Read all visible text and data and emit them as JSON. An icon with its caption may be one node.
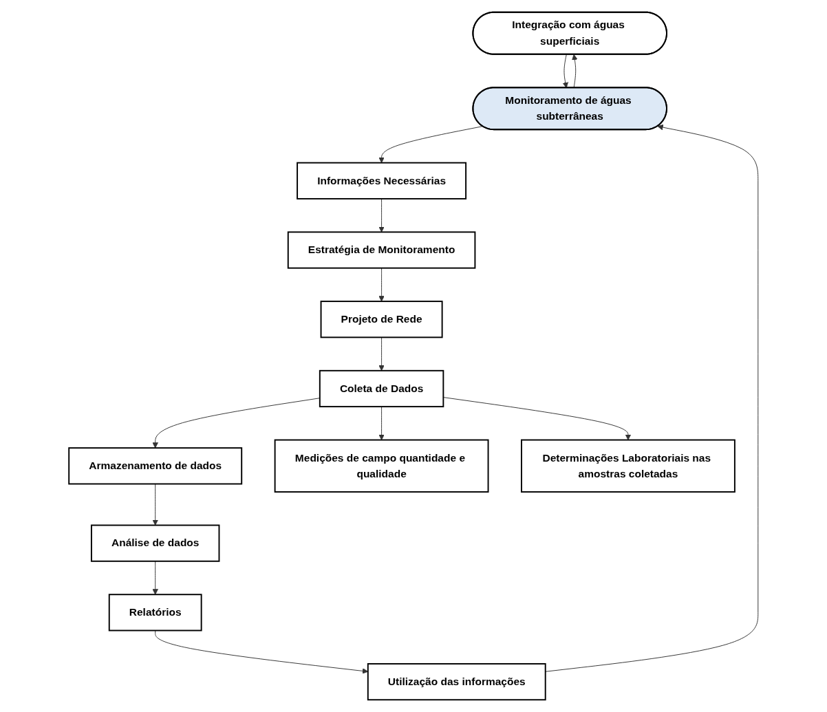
{
  "diagram": {
    "nodes": [
      {
        "text": [
          "Integração com águas superficiais"
        ]
      },
      {
        "text": [
          "Monitoramento de águas subterrâneas"
        ]
      },
      {
        "text": [
          "Informações Necessárias"
        ]
      },
      {
        "text": [
          "Estratégia de Monitoramento"
        ]
      },
      {
        "text": [
          "Projeto de Rede"
        ]
      },
      {
        "text": [
          "Coleta de Dados"
        ]
      },
      {
        "text": [
          "Armazenamento de dados"
        ]
      },
      {
        "text": [
          "Análise de dados"
        ]
      },
      {
        "text": [
          "Relatórios"
        ]
      },
      {
        "text": [
          "Utilização das informações"
        ]
      },
      {
        "text": [
          "Medições de campo quantidade e qualidade"
        ]
      },
      {
        "text": [
          "Determinações Laboratoriais nas amostras coletadas"
        ]
      }
    ],
    "edges": [
      {
        "from": 0,
        "to": 1,
        "arrow": "to"
      },
      {
        "from": 1,
        "to": 0,
        "arrow": "to"
      },
      {
        "from": 1,
        "to": 2,
        "arrow": "to"
      },
      {
        "from": 2,
        "to": 3,
        "arrow": "to"
      },
      {
        "from": 3,
        "to": 4,
        "arrow": "to"
      },
      {
        "from": 4,
        "to": 5,
        "arrow": "to"
      },
      {
        "from": 5,
        "to": 6,
        "arrow": "to"
      },
      {
        "from": 6,
        "to": 7,
        "arrow": "to"
      },
      {
        "from": 7,
        "to": 8,
        "arrow": "to"
      },
      {
        "from": 8,
        "to": 9,
        "arrow": "to"
      },
      {
        "from": 9,
        "to": 1,
        "arrow": "to"
      },
      {
        "from": 5,
        "to": 10,
        "arrow": "to"
      },
      {
        "from": 5,
        "to": 11,
        "arrow": "to"
      }
    ]
  }
}
